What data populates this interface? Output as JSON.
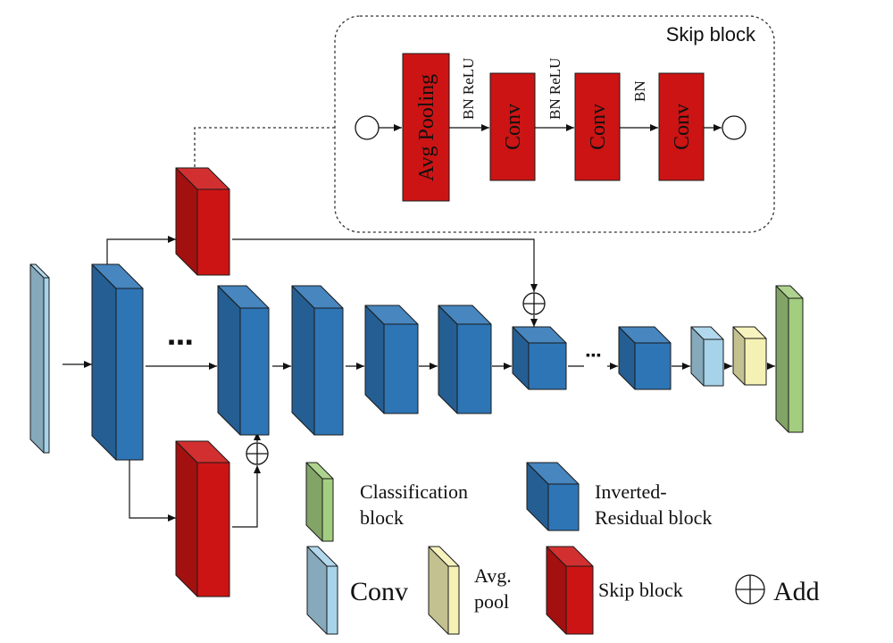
{
  "skip_block": {
    "title": "Skip block",
    "avg_pooling_label": "Avg Pooling",
    "bn_relu_label_1": "BN ReLU",
    "conv_label_1": "Conv",
    "bn_relu_label_2": "BN ReLU",
    "conv_label_2": "Conv",
    "bn_label": "BN",
    "conv_label_3": "Conv"
  },
  "diagram": {
    "ellipsis_left": "▪▪▪",
    "ellipsis_right": "▪▪▪"
  },
  "legend": {
    "classification": "Classification\nblock",
    "inverted_residual": "Inverted-\nResidual block",
    "conv": "Conv",
    "avg_pool": "Avg.\npool",
    "skip_block": "Skip block",
    "add": "Add"
  },
  "colors": {
    "inverted_residual": "#2e75b6",
    "skip_block": "#cc1414",
    "conv": "#a7d3ea",
    "avg_pool": "#f5f1b5",
    "classification": "#a3cd7f",
    "outline": "#1a1a1a"
  }
}
